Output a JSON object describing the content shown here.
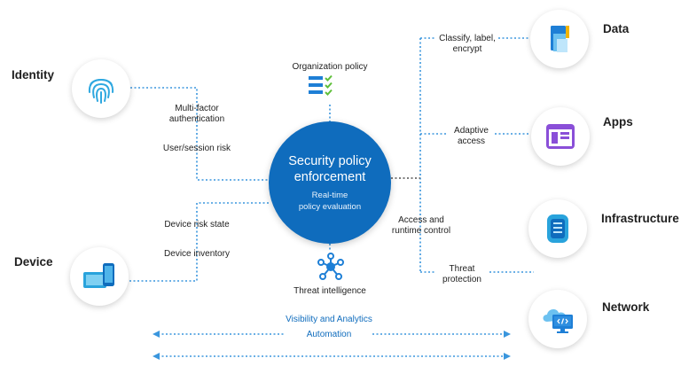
{
  "center": {
    "title_line1": "Security policy",
    "title_line2": "enforcement",
    "subtitle_line1": "Real-time",
    "subtitle_line2": "policy evaluation"
  },
  "categories": {
    "identity": "Identity",
    "device": "Device",
    "data": "Data",
    "apps": "Apps",
    "infrastructure": "Infrastructure",
    "network": "Network"
  },
  "labels": {
    "organization_policy": "Organization policy",
    "mfa_line1": "Multi-factor",
    "mfa_line2": "authentication",
    "user_session_risk": "User/session risk",
    "device_risk_state": "Device risk state",
    "device_inventory": "Device inventory",
    "threat_intelligence": "Threat intelligence",
    "classify_line1": "Classify, label,",
    "classify_line2": "encrypt",
    "adaptive_line1": "Adaptive",
    "adaptive_line2": "access",
    "access_line1": "Access and",
    "access_line2": "runtime control",
    "threat_line1": "Threat",
    "threat_line2": "protection",
    "visibility": "Visibility and Analytics",
    "automation": "Automation"
  },
  "icons": {
    "identity": "fingerprint-icon",
    "device": "devices-icon",
    "data": "document-icon",
    "apps": "app-window-icon",
    "infrastructure": "server-icon",
    "network": "cloud-monitor-icon",
    "policy": "checklist-icon",
    "threat": "network-nodes-icon"
  },
  "colors": {
    "accent": "#0f6cbd",
    "connector": "#3a96dd",
    "apps_icon": "#8a4fd8",
    "data_badge": "#f2b400"
  }
}
